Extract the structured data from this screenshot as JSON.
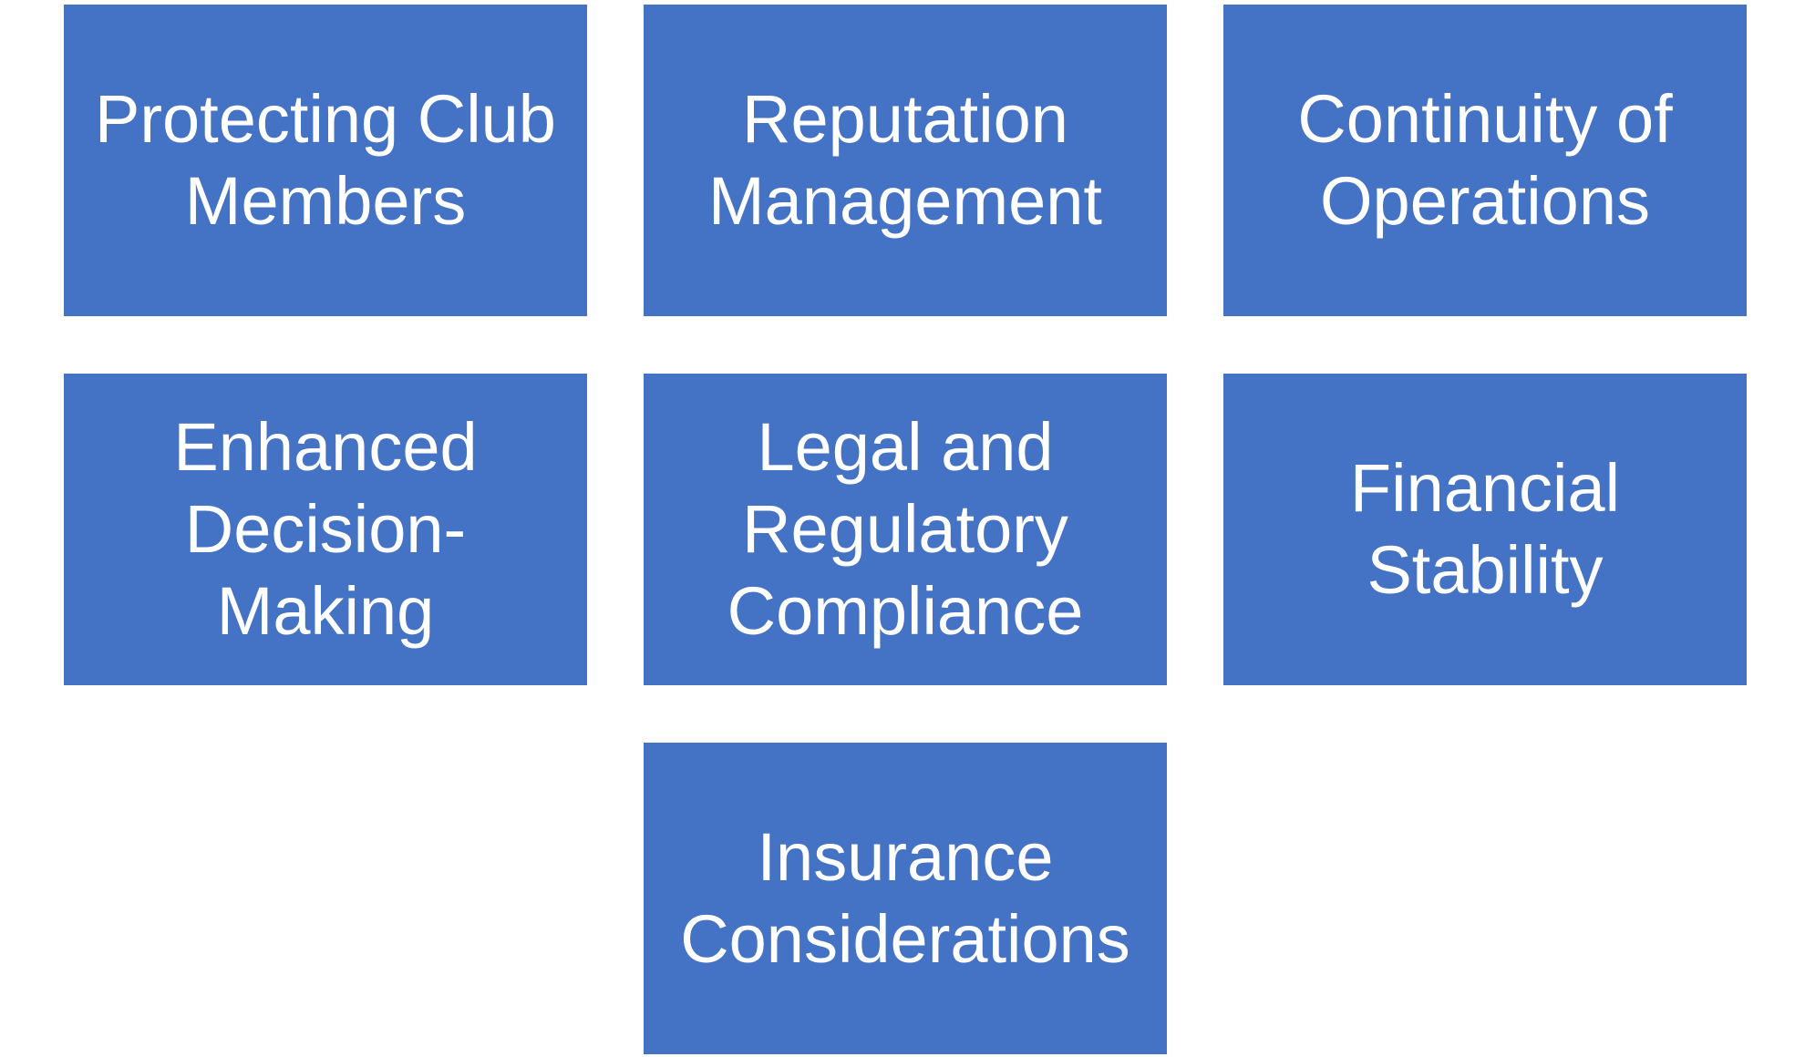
{
  "boxes": [
    {
      "label": "Protecting Club\nMembers"
    },
    {
      "label": "Reputation\nManagement"
    },
    {
      "label": "Continuity of\nOperations"
    },
    {
      "label": "Enhanced\nDecision-\nMaking"
    },
    {
      "label": "Legal and\nRegulatory\nCompliance"
    },
    {
      "label": "Financial\nStability"
    },
    {
      "label": "Insurance\nConsiderations"
    }
  ],
  "colors": {
    "box_fill": "#4472C4",
    "text": "#FFFFFF",
    "background": "#FFFFFF"
  }
}
